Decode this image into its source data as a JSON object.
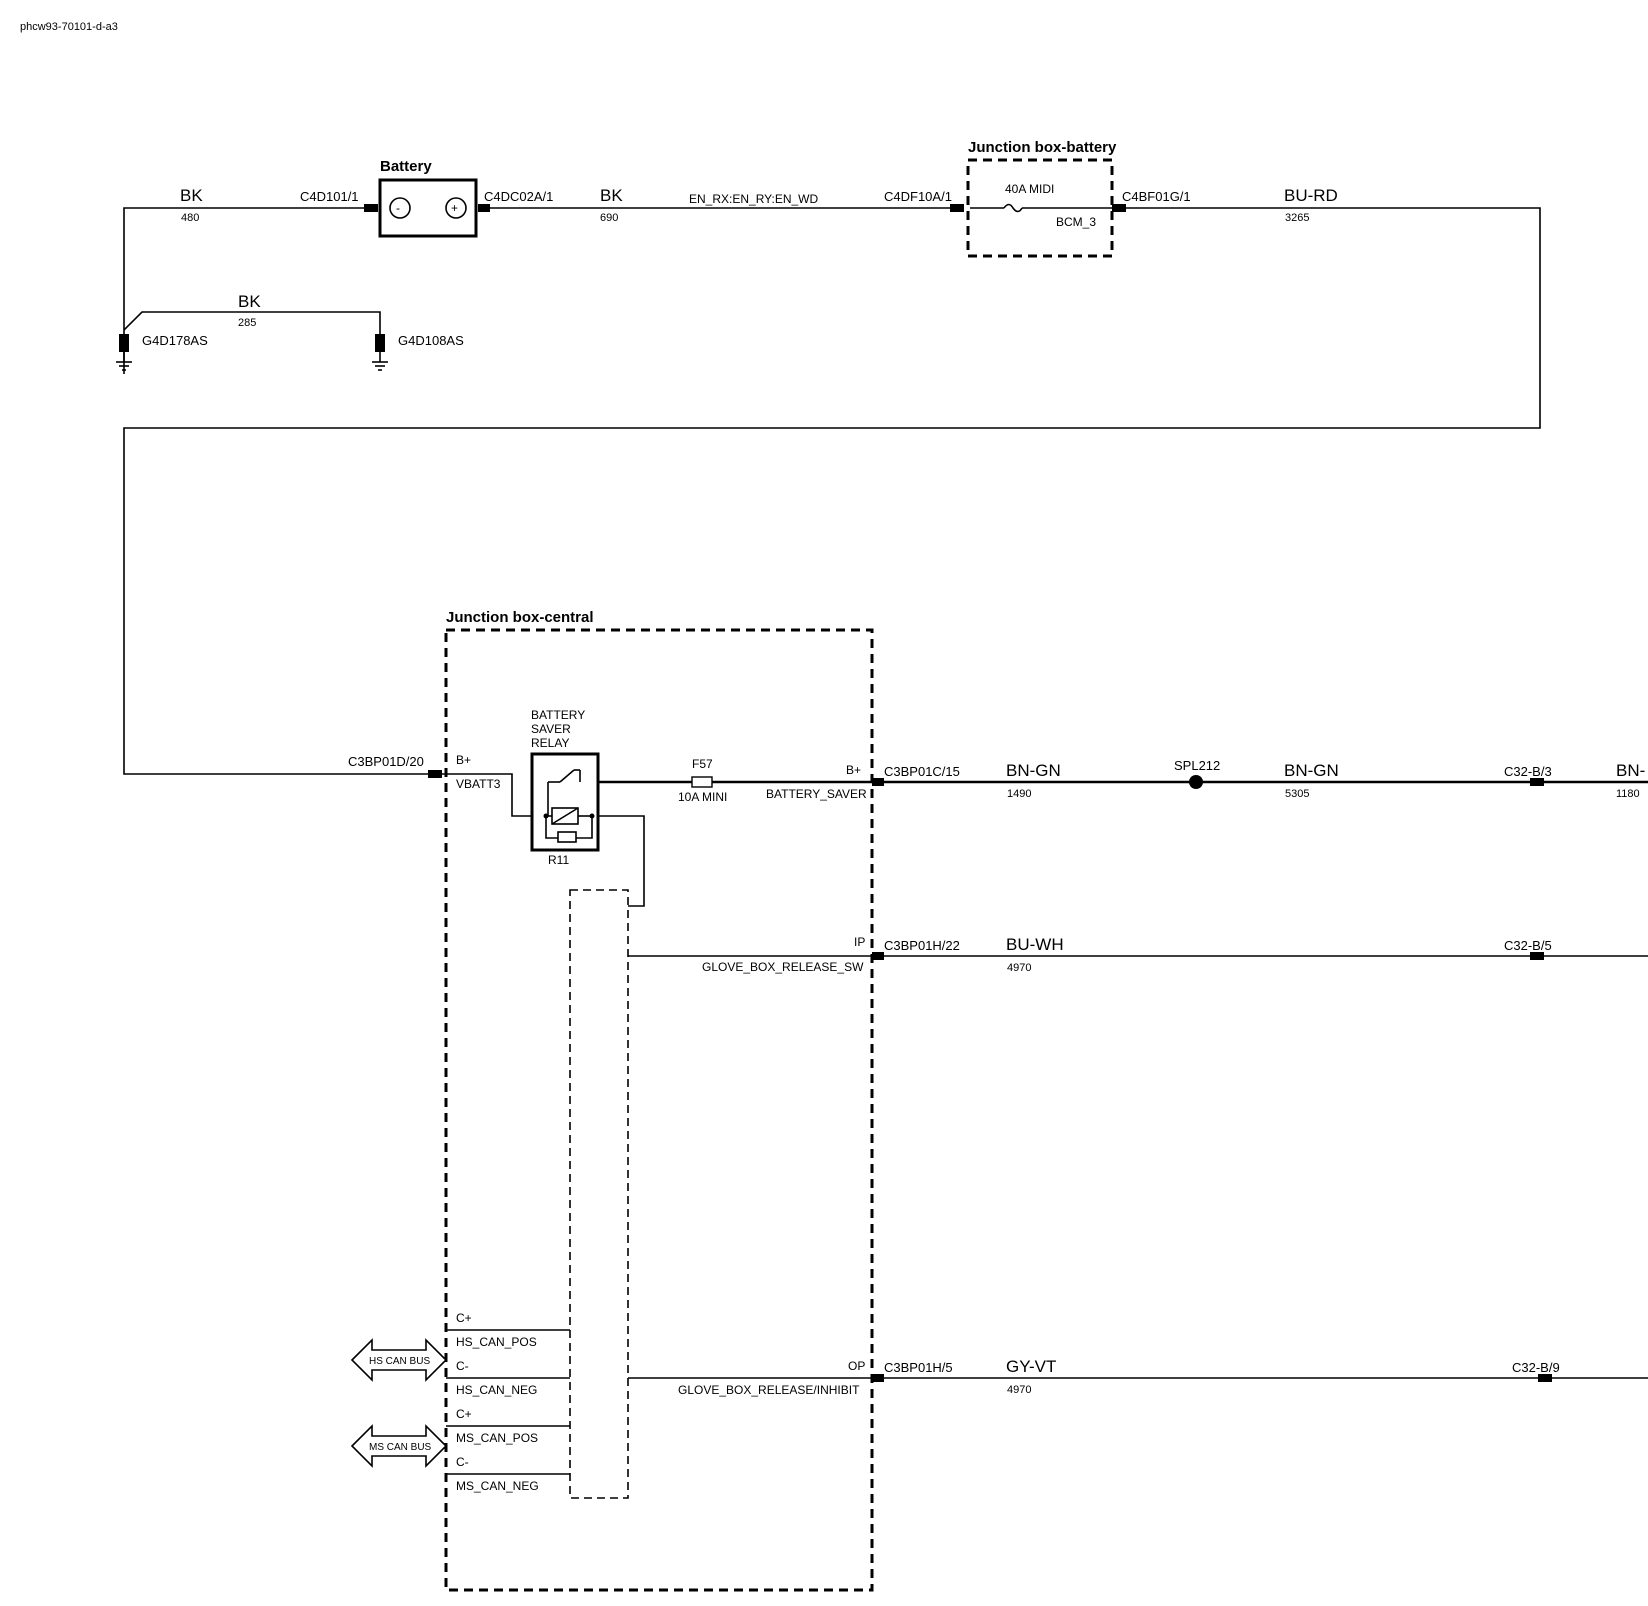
{
  "doc_id": "phcw93-70101-d-a3",
  "components": {
    "battery": "Battery",
    "battery_minus": "-",
    "battery_plus": "+",
    "jbox_battery": "Junction box-battery",
    "jbox_central": "Junction box-central",
    "fuse_40a": "40A MIDI",
    "bcm3": "BCM_3",
    "relay_line1": "BATTERY",
    "relay_line2": "SAVER",
    "relay_line3": "RELAY",
    "relay_ref": "R11",
    "fuse_f57": "F57",
    "fuse_f57_rating": "10A MINI",
    "splice": "SPL212",
    "hs_can_bus": "HS CAN BUS",
    "ms_can_bus": "MS CAN BUS"
  },
  "connectors": {
    "c4d101": "C4D101/1",
    "c4dc02a": "C4DC02A/1",
    "c4df10a": "C4DF10A/1",
    "c4bf01g": "C4BF01G/1",
    "c3bp01d": "C3BP01D/20",
    "c3bp01c": "C3BP01C/15",
    "c3bp01h22": "C3BP01H/22",
    "c3bp01h5": "C3BP01H/5",
    "c32b3": "C32-B/3",
    "c32b5": "C32-B/5",
    "c32b9": "C32-B/9",
    "g4d178": "G4D178AS",
    "g4d108": "G4D108AS"
  },
  "pins": {
    "bplus_in": "B+",
    "vbatt3": "VBATT3",
    "bplus_out": "B+",
    "battery_saver": "BATTERY_SAVER",
    "ip": "IP",
    "glove_sw": "GLOVE_BOX_RELEASE_SW",
    "op": "OP",
    "glove_inhibit": "GLOVE_BOX_RELEASE/INHIBIT",
    "c_plus_1": "C+",
    "hs_can_pos": "HS_CAN_POS",
    "c_minus_1": "C-",
    "hs_can_neg": "HS_CAN_NEG",
    "c_plus_2": "C+",
    "ms_can_pos": "MS_CAN_POS",
    "c_minus_2": "C-",
    "ms_can_neg": "MS_CAN_NEG"
  },
  "wires": {
    "bk480": {
      "color": "BK",
      "num": "480"
    },
    "bk690": {
      "color": "BK",
      "num": "690",
      "signal": "EN_RX:EN_RY:EN_WD"
    },
    "bk285": {
      "color": "BK",
      "num": "285"
    },
    "burd3265": {
      "color": "BU-RD",
      "num": "3265"
    },
    "bngn1490": {
      "color": "BN-GN",
      "num": "1490"
    },
    "bngn5305": {
      "color": "BN-GN",
      "num": "5305"
    },
    "bn1180": {
      "color": "BN-",
      "num": "1180"
    },
    "buwh4970": {
      "color": "BU-WH",
      "num": "4970"
    },
    "gyvt4970": {
      "color": "GY-VT",
      "num": "4970"
    }
  }
}
